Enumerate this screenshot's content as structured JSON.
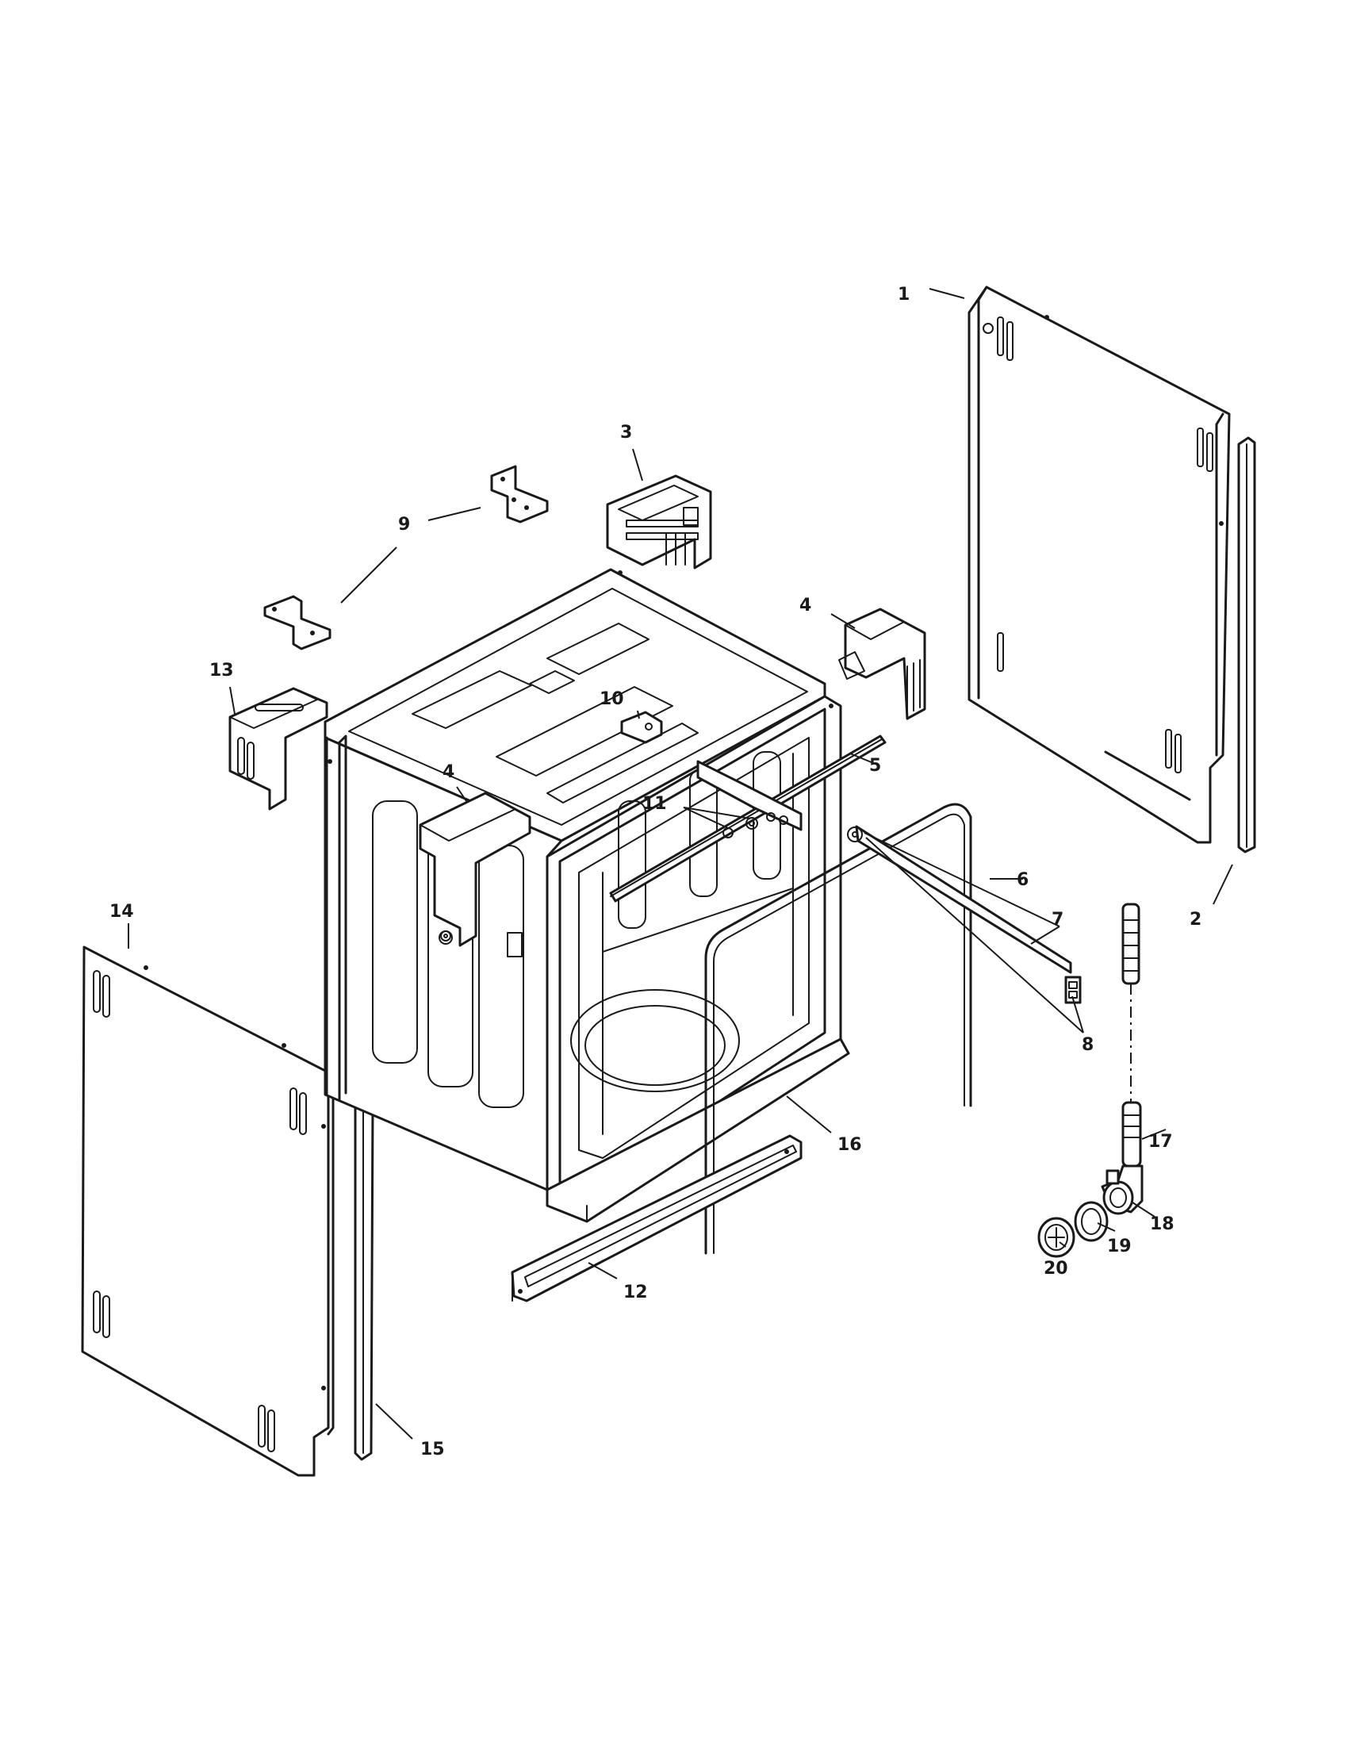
{
  "callouts": [
    {
      "id": "c1",
      "label": "1"
    },
    {
      "id": "c2",
      "label": "2"
    },
    {
      "id": "c3",
      "label": "3"
    },
    {
      "id": "c4a",
      "label": "4"
    },
    {
      "id": "c4b",
      "label": "4"
    },
    {
      "id": "c5",
      "label": "5"
    },
    {
      "id": "c6",
      "label": "6"
    },
    {
      "id": "c7",
      "label": "7"
    },
    {
      "id": "c8",
      "label": "8"
    },
    {
      "id": "c9",
      "label": "9"
    },
    {
      "id": "c10",
      "label": "10"
    },
    {
      "id": "c11",
      "label": "11"
    },
    {
      "id": "c12",
      "label": "12"
    },
    {
      "id": "c13",
      "label": "13"
    },
    {
      "id": "c14",
      "label": "14"
    },
    {
      "id": "c15",
      "label": "15"
    },
    {
      "id": "c16",
      "label": "16"
    },
    {
      "id": "c17",
      "label": "17"
    },
    {
      "id": "c18",
      "label": "18"
    },
    {
      "id": "c19",
      "label": "19"
    },
    {
      "id": "c20",
      "label": "20"
    }
  ],
  "colors": {
    "ink": "#1a1a1a",
    "paper": "#ffffff"
  }
}
